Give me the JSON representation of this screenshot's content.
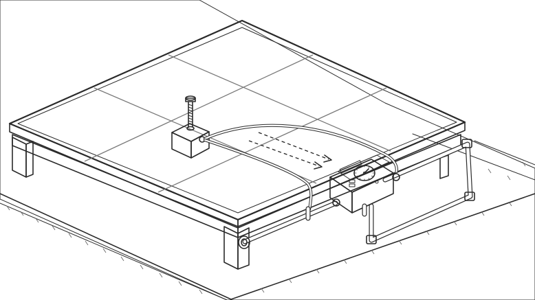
{
  "scene": {
    "description_objects": [
      "base-slab",
      "panel-platform",
      "weight-sensor-box",
      "threaded-rod",
      "sensor-cable",
      "control-gauge-unit",
      "pipe-loop",
      "drain-valve",
      "flow-arrows"
    ]
  },
  "colors": {
    "line": "#2a2a2a",
    "background": "#ffffff",
    "grid": "#7a7a7a"
  },
  "gauge": {
    "display_marks": "",
    "dial_ticks": 12
  }
}
